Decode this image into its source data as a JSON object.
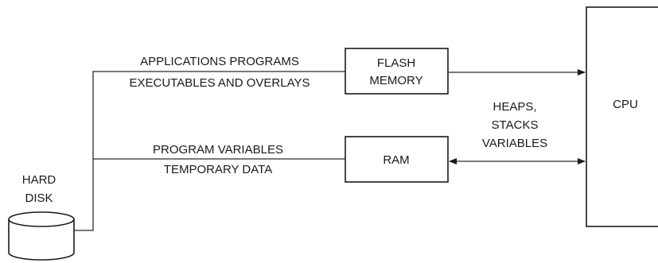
{
  "components": {
    "hard_disk": {
      "line1": "HARD",
      "line2": "DISK"
    },
    "flash": {
      "line1": "FLASH",
      "line2": "MEMORY"
    },
    "ram": {
      "label": "RAM"
    },
    "cpu": {
      "label": "CPU"
    }
  },
  "links": {
    "disk_to_flash": {
      "line1": "APPLICATIONS PROGRAMS",
      "line2": "EXECUTABLES AND OVERLAYS"
    },
    "disk_to_ram": {
      "line1": "PROGRAM VARIABLES",
      "line2": "TEMPORARY DATA"
    },
    "ram_cpu": {
      "line1": "HEAPS,",
      "line2": "STACKS",
      "line3": "VARIABLES"
    }
  },
  "colors": {
    "line": "#1a1a1a",
    "background": "#ffffff"
  }
}
